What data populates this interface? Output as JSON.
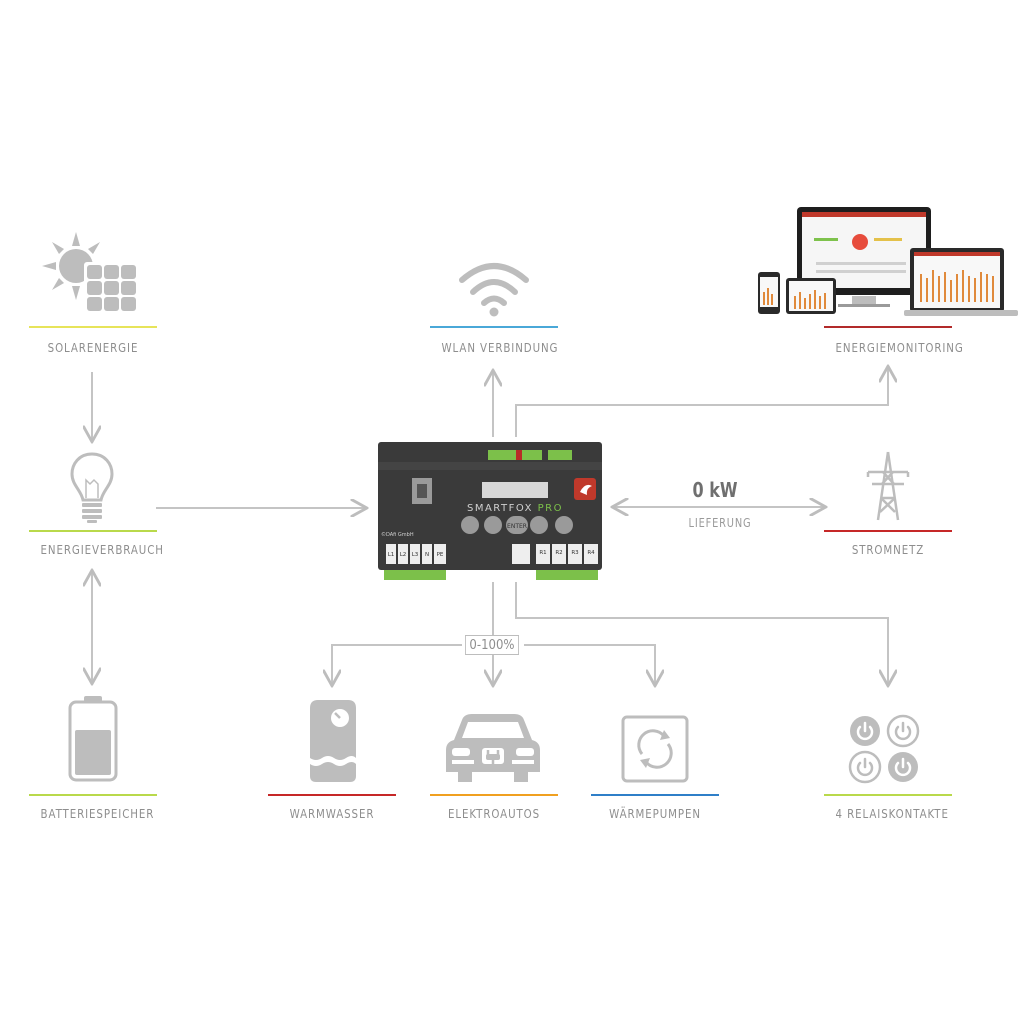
{
  "nodes": {
    "solar": {
      "label": "SOLARENERGIE",
      "color": "#e7e45a"
    },
    "wlan": {
      "label": "WLAN VERBINDUNG",
      "color": "#4aa8d8"
    },
    "monitoring": {
      "label": "ENERGIEMONITORING",
      "color": "#b22a2a"
    },
    "consumption": {
      "label": "ENERGIEVERBRAUCH",
      "color": "#b9d94b"
    },
    "grid": {
      "label": "STROMNETZ",
      "color": "#c62828"
    },
    "battery": {
      "label": "BATTERIESPEICHER",
      "color": "#b9d94b"
    },
    "water": {
      "label": "WARMWASSER",
      "color": "#c62828"
    },
    "ev": {
      "label": "ELEKTROAUTOS",
      "color": "#f0a020"
    },
    "heatpump": {
      "label": "WÄRMEPUMPEN",
      "color": "#2f7fc8"
    },
    "relays": {
      "label": "4 RELAISKONTAKTE",
      "color": "#b9d94b"
    }
  },
  "grid_power": {
    "value": "0 kW",
    "status": "LIEFERUNG"
  },
  "load_range": "0-100%",
  "device": {
    "brand": "SMARTFOX",
    "model": "PRO",
    "company": "©DAfi GmbH",
    "enter_label": "ENTER",
    "terminals_left": [
      "L1",
      "L2",
      "L3",
      "N",
      "PE"
    ],
    "terminals_right": [
      "R1",
      "R2",
      "R3",
      "R4"
    ]
  }
}
